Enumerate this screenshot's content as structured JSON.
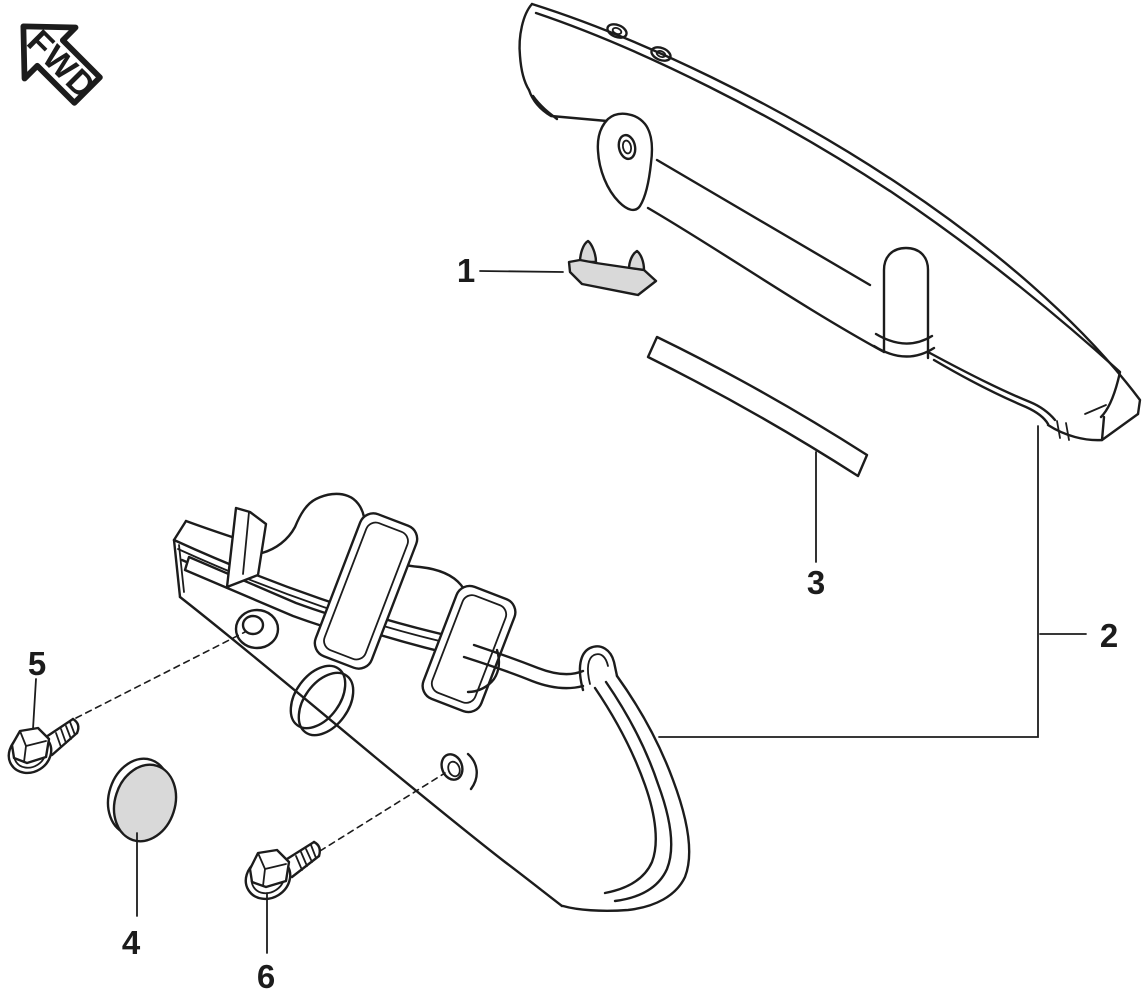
{
  "diagram": {
    "fwd": {
      "text": "FWD"
    },
    "callouts": [
      {
        "text": "1"
      },
      {
        "text": "2"
      },
      {
        "text": "3"
      },
      {
        "text": "4"
      },
      {
        "text": "5"
      },
      {
        "text": "6"
      }
    ],
    "colors": {
      "line": "#1c1c1c",
      "part_fill": "#d9d9d9",
      "background": "#ffffff"
    }
  }
}
